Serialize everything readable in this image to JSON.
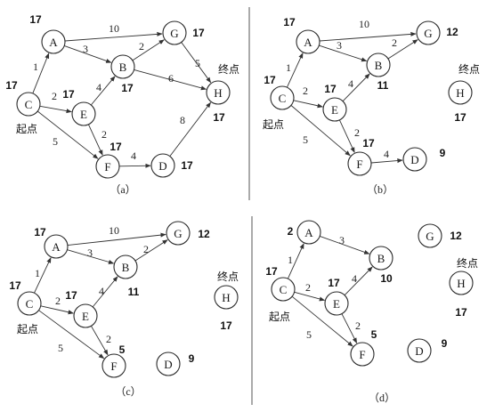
{
  "panels": [
    {
      "id": "a",
      "caption": "（a）",
      "nodes": [
        {
          "id": "A",
          "label": "A",
          "dist": "17"
        },
        {
          "id": "G",
          "label": "G",
          "dist": "17"
        },
        {
          "id": "B",
          "label": "B",
          "dist": "17"
        },
        {
          "id": "C",
          "label": "C",
          "dist": "17"
        },
        {
          "id": "E",
          "label": "E",
          "dist": "17"
        },
        {
          "id": "H",
          "label": "H",
          "dist": "17"
        },
        {
          "id": "F",
          "label": "F",
          "dist": "17"
        },
        {
          "id": "D",
          "label": "D",
          "dist": "17"
        }
      ],
      "edges": [
        {
          "from": "A",
          "to": "G",
          "w": "10"
        },
        {
          "from": "A",
          "to": "B",
          "w": "3"
        },
        {
          "from": "B",
          "to": "G",
          "w": "2"
        },
        {
          "from": "C",
          "to": "A",
          "w": "1"
        },
        {
          "from": "C",
          "to": "E",
          "w": "2"
        },
        {
          "from": "E",
          "to": "B",
          "w": "4"
        },
        {
          "from": "G",
          "to": "H",
          "w": "5"
        },
        {
          "from": "B",
          "to": "H",
          "w": "6"
        },
        {
          "from": "C",
          "to": "F",
          "w": "5"
        },
        {
          "from": "E",
          "to": "F",
          "w": "2"
        },
        {
          "from": "F",
          "to": "D",
          "w": "4"
        },
        {
          "from": "D",
          "to": "H",
          "w": "8"
        }
      ],
      "start_label": "起点",
      "end_label": "终点"
    },
    {
      "id": "b",
      "caption": "（b）",
      "nodes": [
        {
          "id": "A",
          "label": "A",
          "dist": "17"
        },
        {
          "id": "G",
          "label": "G",
          "dist": "12"
        },
        {
          "id": "B",
          "label": "B",
          "dist": "11"
        },
        {
          "id": "C",
          "label": "C",
          "dist": "17"
        },
        {
          "id": "E",
          "label": "E",
          "dist": "17"
        },
        {
          "id": "H",
          "label": "H",
          "dist": "17"
        },
        {
          "id": "F",
          "label": "F",
          "dist": "17"
        },
        {
          "id": "D",
          "label": "D",
          "dist": "9"
        }
      ],
      "edges": [
        {
          "from": "A",
          "to": "G",
          "w": "10"
        },
        {
          "from": "A",
          "to": "B",
          "w": "3"
        },
        {
          "from": "B",
          "to": "G",
          "w": "2"
        },
        {
          "from": "C",
          "to": "A",
          "w": "1"
        },
        {
          "from": "C",
          "to": "E",
          "w": "2"
        },
        {
          "from": "E",
          "to": "B",
          "w": "4"
        },
        {
          "from": "C",
          "to": "F",
          "w": "5"
        },
        {
          "from": "E",
          "to": "F",
          "w": "2"
        },
        {
          "from": "F",
          "to": "D",
          "w": "4"
        }
      ],
      "start_label": "起点",
      "end_label": "终点"
    },
    {
      "id": "c",
      "caption": "（c）",
      "nodes": [
        {
          "id": "A",
          "label": "A",
          "dist": "17"
        },
        {
          "id": "G",
          "label": "G",
          "dist": "12"
        },
        {
          "id": "B",
          "label": "B",
          "dist": "11"
        },
        {
          "id": "C",
          "label": "C",
          "dist": "17"
        },
        {
          "id": "E",
          "label": "E",
          "dist": "17"
        },
        {
          "id": "H",
          "label": "H",
          "dist": "17"
        },
        {
          "id": "F",
          "label": "F",
          "dist": "5"
        },
        {
          "id": "D",
          "label": "D",
          "dist": "9"
        }
      ],
      "edges": [
        {
          "from": "A",
          "to": "G",
          "w": "10"
        },
        {
          "from": "A",
          "to": "B",
          "w": "3"
        },
        {
          "from": "B",
          "to": "G",
          "w": "2"
        },
        {
          "from": "C",
          "to": "A",
          "w": "1"
        },
        {
          "from": "C",
          "to": "E",
          "w": "2"
        },
        {
          "from": "E",
          "to": "B",
          "w": "4"
        },
        {
          "from": "C",
          "to": "F",
          "w": "5"
        },
        {
          "from": "E",
          "to": "F",
          "w": "2"
        }
      ],
      "start_label": "起点",
      "end_label": "终点"
    },
    {
      "id": "d",
      "caption": "（d）",
      "nodes": [
        {
          "id": "A",
          "label": "A",
          "dist": "2"
        },
        {
          "id": "G",
          "label": "G",
          "dist": "12"
        },
        {
          "id": "B",
          "label": "B",
          "dist": "10"
        },
        {
          "id": "C",
          "label": "C",
          "dist": "17"
        },
        {
          "id": "E",
          "label": "E",
          "dist": "17"
        },
        {
          "id": "H",
          "label": "H",
          "dist": "17"
        },
        {
          "id": "F",
          "label": "F",
          "dist": "5"
        },
        {
          "id": "D",
          "label": "D",
          "dist": "9"
        }
      ],
      "edges": [
        {
          "from": "A",
          "to": "B",
          "w": "3"
        },
        {
          "from": "C",
          "to": "A",
          "w": "1"
        },
        {
          "from": "C",
          "to": "E",
          "w": "2"
        },
        {
          "from": "E",
          "to": "B",
          "w": "4"
        },
        {
          "from": "C",
          "to": "F",
          "w": "5"
        },
        {
          "from": "E",
          "to": "F",
          "w": "2"
        }
      ],
      "start_label": "起点",
      "end_label": "终点"
    }
  ]
}
